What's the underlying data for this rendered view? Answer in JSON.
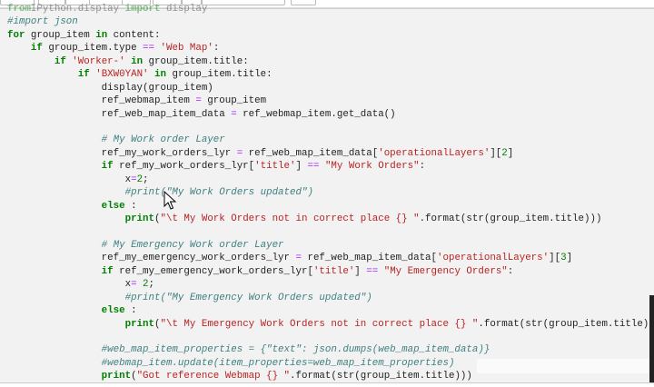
{
  "code_lines": [
    {
      "indent": 0,
      "faded": true,
      "tokens": [
        [
          "kw",
          "from"
        ],
        [
          "",
          "IPython.display "
        ],
        [
          "kw",
          "import"
        ],
        [
          "",
          " display"
        ]
      ]
    },
    {
      "indent": 0,
      "tokens": [
        [
          "cm",
          "#import json"
        ]
      ]
    },
    {
      "indent": 0,
      "tokens": [
        [
          "kw",
          "for"
        ],
        [
          "",
          " group_item "
        ],
        [
          "kw",
          "in"
        ],
        [
          "",
          " content:"
        ]
      ]
    },
    {
      "indent": 1,
      "tokens": [
        [
          "kw",
          "if"
        ],
        [
          "",
          " group_item.type "
        ],
        [
          "op",
          "=="
        ],
        [
          "",
          " "
        ],
        [
          "str",
          "'Web Map'"
        ],
        [
          "",
          ":"
        ]
      ]
    },
    {
      "indent": 2,
      "tokens": [
        [
          "kw",
          "if"
        ],
        [
          "",
          " "
        ],
        [
          "str",
          "'Worker-'"
        ],
        [
          "",
          " "
        ],
        [
          "kw",
          "in"
        ],
        [
          "",
          " group_item.title:"
        ]
      ]
    },
    {
      "indent": 3,
      "tokens": [
        [
          "kw",
          "if"
        ],
        [
          "",
          " "
        ],
        [
          "str",
          "'BXW0YAN'"
        ],
        [
          "",
          " "
        ],
        [
          "kw",
          "in"
        ],
        [
          "",
          " group_item.title:"
        ]
      ]
    },
    {
      "indent": 4,
      "tokens": [
        [
          "",
          "display(group_item)"
        ]
      ]
    },
    {
      "indent": 4,
      "tokens": [
        [
          "",
          "ref_webmap_item "
        ],
        [
          "op",
          "="
        ],
        [
          "",
          " group_item"
        ]
      ]
    },
    {
      "indent": 4,
      "tokens": [
        [
          "",
          "ref_web_map_item_data "
        ],
        [
          "op",
          "="
        ],
        [
          "",
          " ref_webmap_item.get_data()"
        ]
      ]
    },
    {
      "indent": 0,
      "tokens": []
    },
    {
      "indent": 4,
      "tokens": [
        [
          "cm",
          "# My Work order Layer"
        ]
      ]
    },
    {
      "indent": 4,
      "tokens": [
        [
          "",
          "ref_my_work_orders_lyr "
        ],
        [
          "op",
          "="
        ],
        [
          "",
          " ref_web_map_item_data["
        ],
        [
          "str",
          "'operationalLayers'"
        ],
        [
          "",
          "]["
        ],
        [
          "num",
          "2"
        ],
        [
          "",
          "]"
        ]
      ]
    },
    {
      "indent": 4,
      "tokens": [
        [
          "kw",
          "if"
        ],
        [
          "",
          " ref_my_work_orders_lyr["
        ],
        [
          "str",
          "'title'"
        ],
        [
          "",
          "] "
        ],
        [
          "op",
          "=="
        ],
        [
          "",
          " "
        ],
        [
          "str",
          "\"My Work Orders\""
        ],
        [
          "",
          ":"
        ]
      ]
    },
    {
      "indent": 5,
      "tokens": [
        [
          "",
          "x"
        ],
        [
          "op",
          "="
        ],
        [
          "num",
          "2"
        ],
        [
          "",
          ";"
        ]
      ]
    },
    {
      "indent": 5,
      "tokens": [
        [
          "cm",
          "#print(\"My Work Orders updated\")"
        ]
      ]
    },
    {
      "indent": 4,
      "tokens": [
        [
          "kw",
          "else"
        ],
        [
          "",
          " :"
        ]
      ]
    },
    {
      "indent": 5,
      "tokens": [
        [
          "kw",
          "print"
        ],
        [
          "",
          "("
        ],
        [
          "str",
          "\"\\t My Work Orders not in correct place {} \""
        ],
        [
          "",
          ".format(str(group_item.title)))"
        ]
      ]
    },
    {
      "indent": 0,
      "tokens": []
    },
    {
      "indent": 4,
      "tokens": [
        [
          "cm",
          "# My Emergency Work order Layer"
        ]
      ]
    },
    {
      "indent": 4,
      "tokens": [
        [
          "",
          "ref_my_emergency_work_orders_lyr "
        ],
        [
          "op",
          "="
        ],
        [
          "",
          " ref_web_map_item_data["
        ],
        [
          "str",
          "'operationalLayers'"
        ],
        [
          "",
          "]["
        ],
        [
          "num",
          "3"
        ],
        [
          "",
          "]"
        ]
      ]
    },
    {
      "indent": 4,
      "tokens": [
        [
          "kw",
          "if"
        ],
        [
          "",
          " ref_my_emergency_work_orders_lyr["
        ],
        [
          "str",
          "'title'"
        ],
        [
          "",
          "] "
        ],
        [
          "op",
          "=="
        ],
        [
          "",
          " "
        ],
        [
          "str",
          "\"My Emergency Orders\""
        ],
        [
          "",
          ":"
        ]
      ]
    },
    {
      "indent": 5,
      "tokens": [
        [
          "",
          "x"
        ],
        [
          "op",
          "="
        ],
        [
          "",
          " "
        ],
        [
          "num",
          "2"
        ],
        [
          "",
          ";"
        ]
      ]
    },
    {
      "indent": 5,
      "tokens": [
        [
          "cm",
          "#print(\"My Emergency Work Orders updated\")"
        ]
      ]
    },
    {
      "indent": 4,
      "tokens": [
        [
          "kw",
          "else"
        ],
        [
          "",
          " :"
        ]
      ]
    },
    {
      "indent": 5,
      "tokens": [
        [
          "kw",
          "print"
        ],
        [
          "",
          "("
        ],
        [
          "str",
          "\"\\t My Emergency Work Orders not in correct place {} \""
        ],
        [
          "",
          ".format(str(group_item.title)))"
        ]
      ]
    },
    {
      "indent": 0,
      "tokens": []
    },
    {
      "indent": 4,
      "tokens": [
        [
          "cm",
          "#web_map_item_properties = {\"text\": json.dumps(web_map_item_data)}"
        ]
      ]
    },
    {
      "indent": 4,
      "tokens": [
        [
          "cm",
          "#webmap_item.update(item_properties=web_map_item_properties)"
        ]
      ]
    },
    {
      "indent": 4,
      "tokens": [
        [
          "kw",
          "print"
        ],
        [
          "",
          "("
        ],
        [
          "str",
          "\"Got reference Webmap {} \""
        ],
        [
          "",
          ".format(str(group_item.title)))"
        ]
      ]
    }
  ],
  "icons": {
    "cursor": "mouse-pointer-icon"
  }
}
